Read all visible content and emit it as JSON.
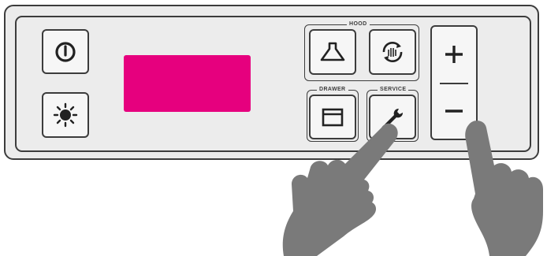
{
  "panel": {
    "display": {
      "color": "#e6007e"
    },
    "left_buttons": [
      {
        "id": "power",
        "icon": "power-icon"
      },
      {
        "id": "light",
        "icon": "light-icon"
      }
    ],
    "hood": {
      "label": "HOOD",
      "buttons": [
        {
          "id": "hood-fan",
          "icon": "hood-icon"
        },
        {
          "id": "hood-filter",
          "icon": "filter-cycle-icon"
        }
      ]
    },
    "drawer": {
      "label": "DRAWER",
      "icon": "drawer-icon"
    },
    "service": {
      "label": "SERVICE",
      "icon": "wrench-icon"
    },
    "adjust": {
      "plus": "+",
      "minus": "−"
    }
  },
  "illustration": {
    "hands": [
      "pointing-hand-service",
      "pointing-hand-minus"
    ]
  },
  "colors": {
    "panel_bg": "#ececec",
    "outline": "#3c3c3c",
    "hand": "#7a7a7a",
    "display": "#e6007e"
  }
}
